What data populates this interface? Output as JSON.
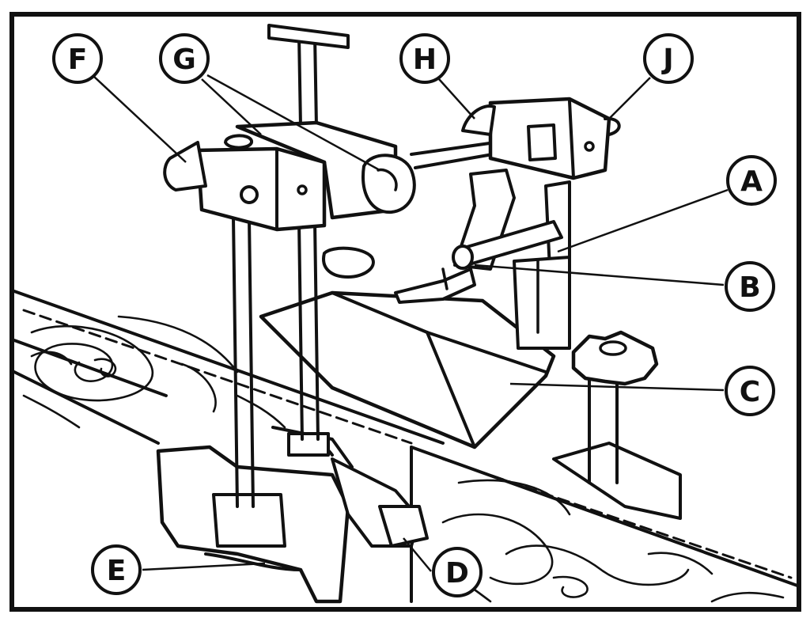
{
  "colors": {
    "ink": "#111111",
    "paper": "#ffffff"
  },
  "labels": {
    "F": "F",
    "G": "G",
    "H": "H",
    "J": "J",
    "A": "A",
    "B": "B",
    "C": "C",
    "D": "D",
    "E": "E"
  }
}
